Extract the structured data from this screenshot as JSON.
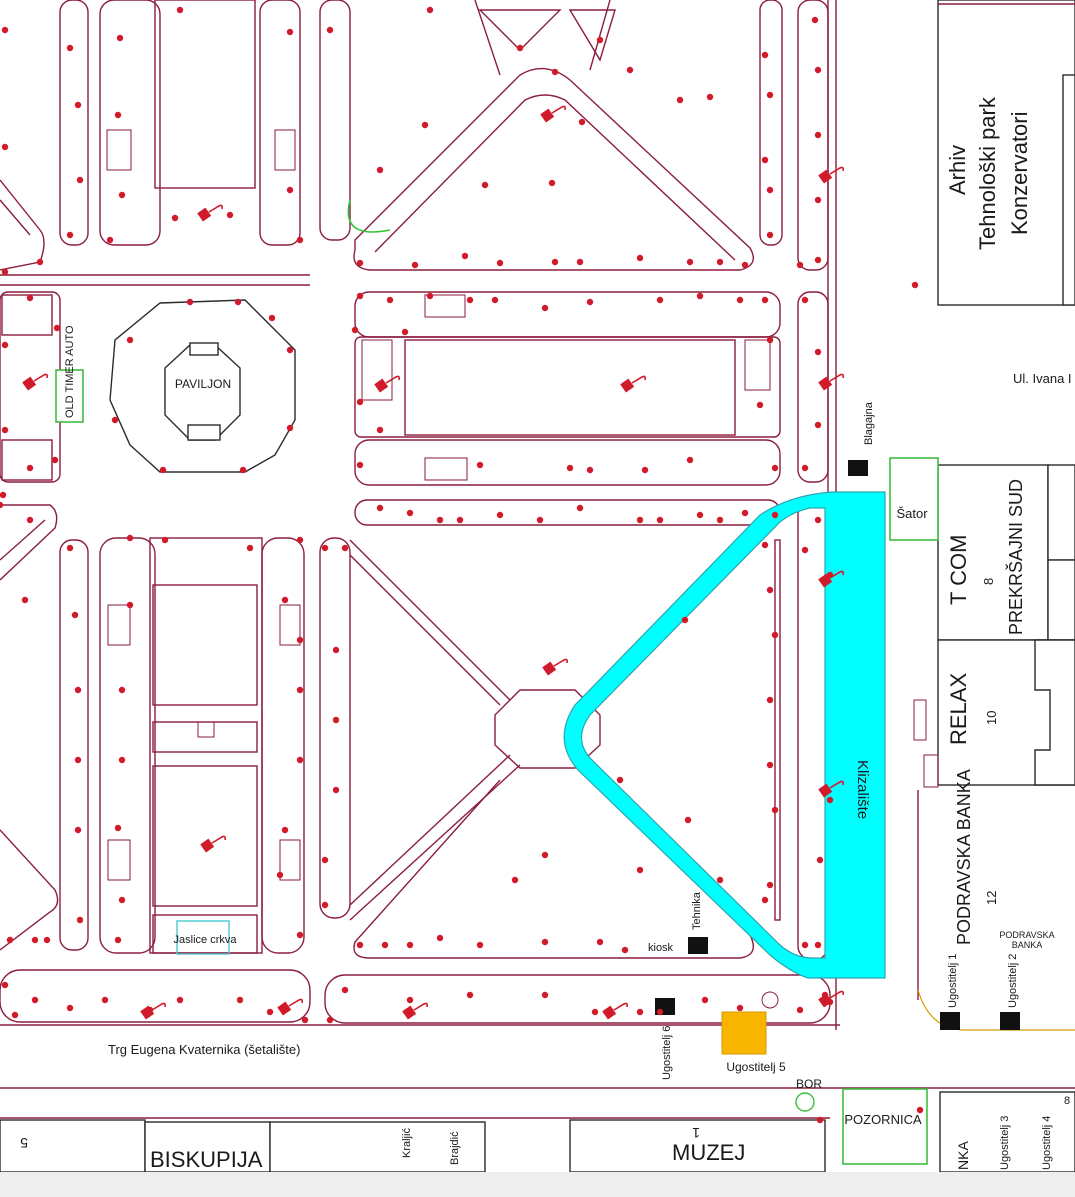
{
  "labels": {
    "paviljon": "PAVILJON",
    "old_timer": "OLD TIMER AUTO",
    "arhiv_1": "Arhiv",
    "arhiv_2": "Tehnološki park",
    "arhiv_3": "Konzervatori",
    "street": "Ul. Ivana I",
    "blagajna": "Blagajna",
    "sator": "Šator",
    "tcom": "T COM",
    "tcom_no": "8",
    "prekrsajni": "PREKRŠAJNI SUD",
    "relax": "RELAX",
    "relax_no": "10",
    "klizaliste": "Klizalište",
    "podravska": "PODRAVSKA BANKA",
    "podravska_no": "12",
    "podravska_small_1": "PODRAVSKA",
    "podravska_small_2": "BANKA",
    "tehnika": "Tehnika",
    "kiosk": "kiosk",
    "jaslice": "Jaslice crkva",
    "trg": "Trg Eugena Kvaternika (šetalište)",
    "ugostitelj_6": "Ugostitelj 6",
    "ugostitelj_5": "Ugostitelj 5",
    "ugostitelj_1": "Ugostitelj 1",
    "ugostitelj_2": "Ugostitelj 2",
    "ugostitelj_3": "Ugostitelj 3",
    "ugostitelj_4": "Ugostitelj 4",
    "bor": "BOR",
    "pozornica": "POZORNICA",
    "biskupija": "BISKUPIJA",
    "biskupija_no": "5",
    "kraljic": "Kraljić",
    "brajdic": "Brajdić",
    "muzej": "MUZEJ",
    "muzej_no": "1",
    "nka": "NKA",
    "eight": "8"
  },
  "colors": {
    "path": "#8b1d3f",
    "tree": "#d11a2a",
    "rink": "#00ffff",
    "tent": "#f7b500",
    "green_outline": "#3fbf3f"
  }
}
